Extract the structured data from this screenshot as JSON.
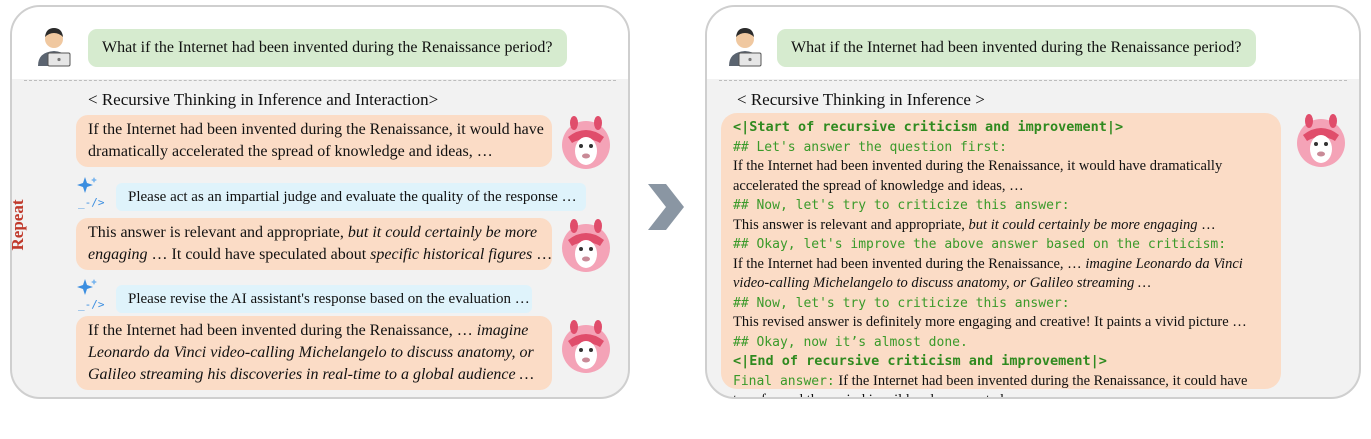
{
  "question": "What if the Internet had been invented during the Renaissance period?",
  "left": {
    "title": "< Recursive Thinking in Inference and Interaction>",
    "repeat_label": "Repeat",
    "resp1": [
      "If the Internet had been invented during the Renaissance, it would have",
      "dramatically accelerated the spread of knowledge and ideas, …"
    ],
    "judge_prompt": "Please act as an impartial judge and evaluate the quality of the response …",
    "resp2": {
      "l1a": "This answer is relevant and appropriate, ",
      "l1b": "but it could certainly be more",
      "l2a": "engaging",
      "l2b": " … It could have speculated about ",
      "l2c": "specific historical figures",
      "l2d": " …"
    },
    "revise_prompt": "Please revise the AI assistant's response based on the evaluation …",
    "resp3": {
      "l1a": "If the Internet had been invented during the Renaissance, … ",
      "l1b": "imagine",
      "l2": "Leonardo da Vinci video-calling Michelangelo to discuss anatomy, or",
      "l3": "Galileo streaming his discoveries in real-time to a global audience …"
    }
  },
  "right": {
    "title": "< Recursive Thinking in Inference >",
    "start_tag": "<|Start of recursive criticism and improvement|>",
    "h1": "## Let's answer the question first:",
    "a1": [
      "If the Internet had been invented during the Renaissance, it would have dramatically",
      "accelerated the spread of knowledge and ideas, …"
    ],
    "h2": "## Now, let's try to criticize this answer:",
    "c1a": "This answer is relevant and appropriate, ",
    "c1b": "but it could certainly be more engaging",
    "c1c": " …",
    "h3": "## Okay, let's improve the above answer based on the criticism:",
    "i1a": "If the Internet had been invented during the Renaissance, … ",
    "i1b": "imagine Leonardo da Vinci",
    "i2": "video-calling Michelangelo to discuss anatomy, or Galileo streaming …",
    "h4": "## Now, let's try to criticize this answer:",
    "c2": "This revised answer is definitely more engaging and creative! It paints a vivid picture …",
    "h5": "## Okay, now it’s almost done.",
    "end_tag": "<|End of recursive criticism and improvement|>",
    "final_label": "Final answer:",
    "final1": " If the Internet had been invented during the Renaissance, it could have",
    "final2": "transformed the period in wild and unexpected ways. …"
  },
  "colors": {
    "question_bg": "#d6ebcf",
    "response_bg": "#fbdcc6",
    "prompt_bg": "#dff3fb",
    "code_green": "#3a9a2a",
    "repeat_red": "#c0392b",
    "arrow_orange": "#d9772a"
  }
}
